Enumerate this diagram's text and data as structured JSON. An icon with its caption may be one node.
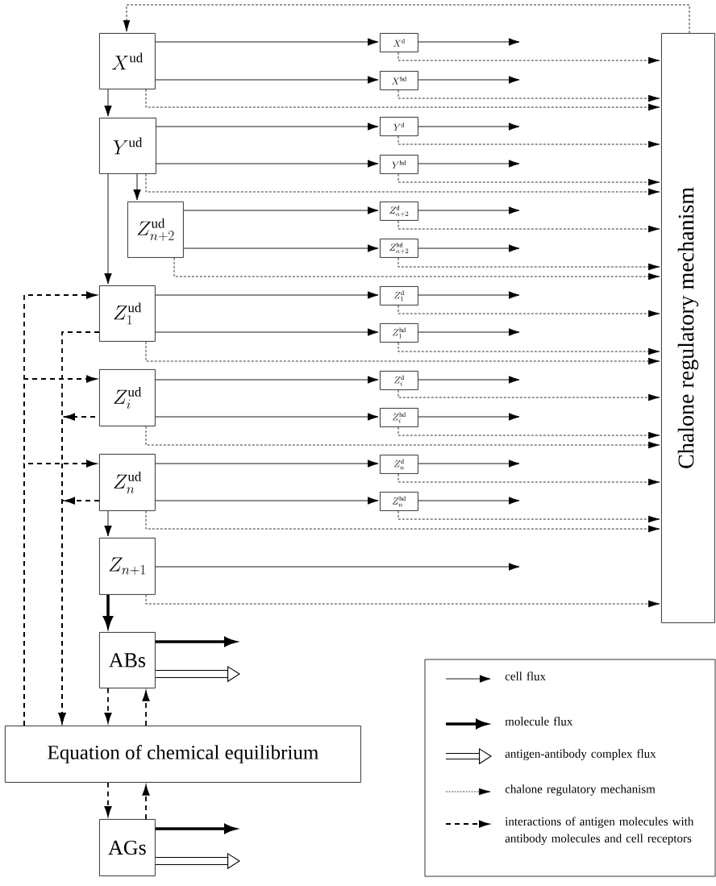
{
  "diagram": {
    "nodes": [
      {
        "text": [
          "X^{\\mathrm{ud}}"
        ]
      },
      {
        "text": [
          "X^{\\mathrm{d}}"
        ]
      },
      {
        "text": [
          "X^{\\mathrm{hd}}"
        ]
      },
      {
        "text": [
          "Y^{\\mathrm{ud}}"
        ]
      },
      {
        "text": [
          "Y^{\\mathrm{d}}"
        ]
      },
      {
        "text": [
          "Y^{\\mathrm{hd}}"
        ]
      },
      {
        "text": [
          "Z^{\\mathrm{ud}}_{n+2}"
        ]
      },
      {
        "text": [
          "Z^{\\mathrm{d}}_{n+2}"
        ]
      },
      {
        "text": [
          "Z^{\\mathrm{hd}}_{n+2}"
        ]
      },
      {
        "text": [
          "Z^{\\mathrm{ud}}_{1}"
        ]
      },
      {
        "text": [
          "Z^{\\mathrm{d}}_{1}"
        ]
      },
      {
        "text": [
          "Z^{\\mathrm{hd}}_{1}"
        ]
      },
      {
        "text": [
          "Z^{\\mathrm{ud}}_{i}"
        ]
      },
      {
        "text": [
          "Z^{\\mathrm{d}}_{i}"
        ]
      },
      {
        "text": [
          "Z^{\\mathrm{hd}}_{i}"
        ]
      },
      {
        "text": [
          "Z^{\\mathrm{ud}}_{n}"
        ]
      },
      {
        "text": [
          "Z^{\\mathrm{d}}_{n}"
        ]
      },
      {
        "text": [
          "Z^{\\mathrm{hd}}_{n}"
        ]
      },
      {
        "text": [
          "Z_{n+1}"
        ]
      },
      {
        "text": [
          "ABs"
        ]
      },
      {
        "text": [
          "Equation of chemical equilibrium"
        ]
      },
      {
        "text": [
          "AGs"
        ]
      },
      {
        "text": [
          "Chalone regulatory mechanism"
        ]
      }
    ],
    "edges": [
      {
        "from": 0,
        "to": 1,
        "arrow": "to"
      },
      {
        "from": 0,
        "to": 2,
        "arrow": "to"
      },
      {
        "from": 1,
        "to": null,
        "arrow": "to"
      },
      {
        "from": 2,
        "to": null,
        "arrow": "to"
      },
      {
        "from": 1,
        "to": 22,
        "arrow": "to",
        "style": "dashed"
      },
      {
        "from": 2,
        "to": 22,
        "arrow": "to",
        "style": "dashed"
      },
      {
        "from": 0,
        "to": 22,
        "arrow": "to",
        "style": "dashed"
      },
      {
        "from": 3,
        "to": 4,
        "arrow": "to"
      },
      {
        "from": 3,
        "to": 5,
        "arrow": "to"
      },
      {
        "from": 4,
        "to": null,
        "arrow": "to"
      },
      {
        "from": 5,
        "to": null,
        "arrow": "to"
      },
      {
        "from": 4,
        "to": 22,
        "arrow": "to",
        "style": "dashed"
      },
      {
        "from": 5,
        "to": 22,
        "arrow": "to",
        "style": "dashed"
      },
      {
        "from": 3,
        "to": 22,
        "arrow": "to",
        "style": "dashed"
      },
      {
        "from": 6,
        "to": 7,
        "arrow": "to"
      },
      {
        "from": 6,
        "to": 8,
        "arrow": "to"
      },
      {
        "from": 7,
        "to": null,
        "arrow": "to"
      },
      {
        "from": 8,
        "to": null,
        "arrow": "to"
      },
      {
        "from": 7,
        "to": 22,
        "arrow": "to",
        "style": "dashed"
      },
      {
        "from": 8,
        "to": 22,
        "arrow": "to",
        "style": "dashed"
      },
      {
        "from": 6,
        "to": 22,
        "arrow": "to",
        "style": "dashed"
      },
      {
        "from": 9,
        "to": 10,
        "arrow": "to"
      },
      {
        "from": 9,
        "to": 11,
        "arrow": "to"
      },
      {
        "from": 10,
        "to": null,
        "arrow": "to"
      },
      {
        "from": 11,
        "to": null,
        "arrow": "to"
      },
      {
        "from": 10,
        "to": 22,
        "arrow": "to",
        "style": "dashed"
      },
      {
        "from": 11,
        "to": 22,
        "arrow": "to",
        "style": "dashed"
      },
      {
        "from": 9,
        "to": 22,
        "arrow": "to",
        "style": "dashed"
      },
      {
        "from": 12,
        "to": 13,
        "arrow": "to"
      },
      {
        "from": 12,
        "to": 14,
        "arrow": "to"
      },
      {
        "from": 13,
        "to": null,
        "arrow": "to"
      },
      {
        "from": 14,
        "to": null,
        "arrow": "to"
      },
      {
        "from": 13,
        "to": 22,
        "arrow": "to",
        "style": "dashed"
      },
      {
        "from": 14,
        "to": 22,
        "arrow": "to",
        "style": "dashed"
      },
      {
        "from": 12,
        "to": 22,
        "arrow": "to",
        "style": "dashed"
      },
      {
        "from": 15,
        "to": 16,
        "arrow": "to"
      },
      {
        "from": 15,
        "to": 17,
        "arrow": "to"
      },
      {
        "from": 16,
        "to": null,
        "arrow": "to"
      },
      {
        "from": 17,
        "to": null,
        "arrow": "to"
      },
      {
        "from": 16,
        "to": 22,
        "arrow": "to",
        "style": "dashed"
      },
      {
        "from": 17,
        "to": 22,
        "arrow": "to",
        "style": "dashed"
      },
      {
        "from": 15,
        "to": 22,
        "arrow": "to",
        "style": "dashed"
      },
      {
        "from": 0,
        "to": 3,
        "arrow": "to"
      },
      {
        "from": 3,
        "to": 6,
        "arrow": "to"
      },
      {
        "from": 3,
        "to": 9,
        "arrow": "to"
      },
      {
        "from": 15,
        "to": 18,
        "arrow": "to"
      },
      {
        "from": 18,
        "to": null,
        "arrow": "to"
      },
      {
        "from": 18,
        "to": 22,
        "arrow": "to",
        "style": "dashed"
      },
      {
        "from": 18,
        "to": 19,
        "arrow": "to",
        "style": "thick"
      },
      {
        "from": 19,
        "to": null,
        "arrow": "to",
        "style": "thick"
      },
      {
        "from": 19,
        "to": null,
        "arrow": "to",
        "style": "thick"
      },
      {
        "from": 21,
        "to": null,
        "arrow": "to",
        "style": "thick"
      },
      {
        "from": 21,
        "to": null,
        "arrow": "to",
        "style": "thick"
      },
      {
        "from": 22,
        "to": 0,
        "arrow": "to",
        "style": "dashed"
      },
      {
        "from": 20,
        "to": 9,
        "arrow": "to",
        "style": "dashed"
      },
      {
        "from": 20,
        "to": 12,
        "arrow": "to",
        "style": "dashed"
      },
      {
        "from": 20,
        "to": 15,
        "arrow": "to",
        "style": "dashed"
      },
      {
        "from": 9,
        "to": 20,
        "arrow": "to",
        "style": "dashed"
      },
      {
        "from": 12,
        "to": 20,
        "arrow": "to",
        "style": "dashed"
      },
      {
        "from": 15,
        "to": 20,
        "arrow": "to",
        "style": "dashed"
      },
      {
        "from": 19,
        "to": 20,
        "arrow": "to",
        "style": "dashed"
      },
      {
        "from": 20,
        "to": 19,
        "arrow": "to",
        "style": "dashed"
      },
      {
        "from": 20,
        "to": 21,
        "arrow": "to",
        "style": "dashed"
      },
      {
        "from": 21,
        "to": 20,
        "arrow": "to",
        "style": "dashed"
      }
    ],
    "legend": [
      {
        "text": "cell flux"
      },
      {
        "text": "molecule flux"
      },
      {
        "text": "antigen-antibody complex flux"
      },
      {
        "text": "chalone regulatory mechanism"
      },
      {
        "text": "interactions of antigen molecules with antibody molecules and cell receptors"
      }
    ]
  }
}
